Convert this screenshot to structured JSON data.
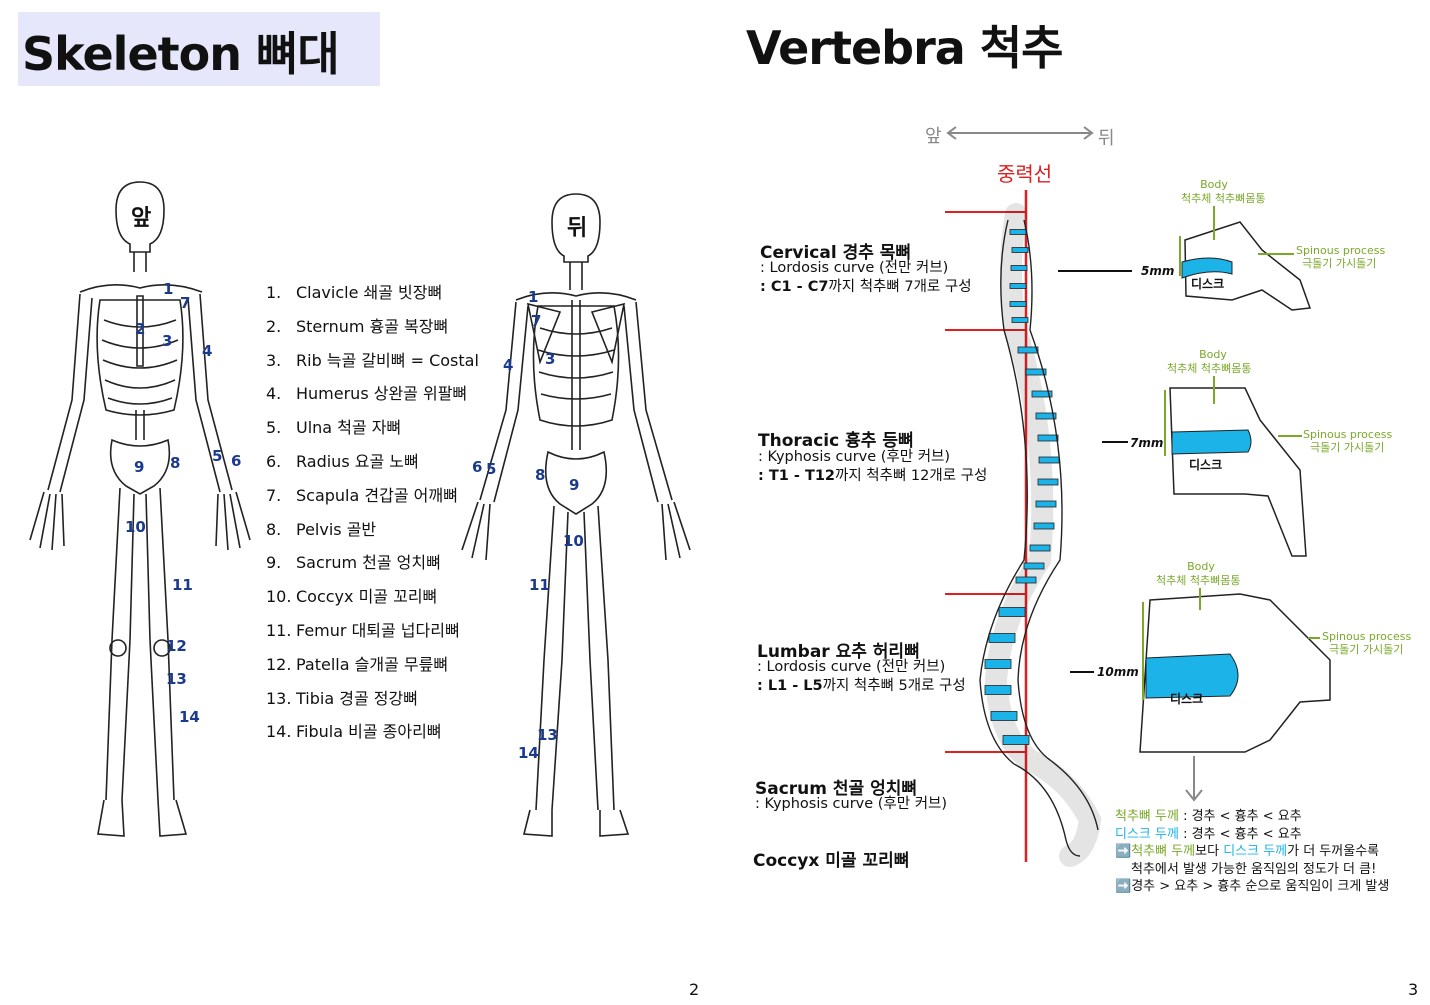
{
  "left_page": {
    "title": "Skeleton 뼈대",
    "front_label": "앞",
    "back_label": "뒤",
    "bones": [
      {
        "num": "1.",
        "name": "Clavicle 쇄골 빗장뼈"
      },
      {
        "num": "2.",
        "name": "Sternum 흉골 복장뼈"
      },
      {
        "num": "3.",
        "name": "Rib 늑골 갈비뼈 = Costal"
      },
      {
        "num": "4.",
        "name": "Humerus 상완골 위팔뼈"
      },
      {
        "num": "5.",
        "name": "Ulna 척골 자뼈"
      },
      {
        "num": "6.",
        "name": "Radius 요골 노뼈"
      },
      {
        "num": "7.",
        "name": "Scapula 견갑골 어깨뼈"
      },
      {
        "num": "8.",
        "name": "Pelvis 골반"
      },
      {
        "num": "9.",
        "name": "Sacrum 천골 엉치뼈"
      },
      {
        "num": "10.",
        "name": "Coccyx 미골 꼬리뼈"
      },
      {
        "num": "11.",
        "name": "Femur 대퇴골 넙다리뼈"
      },
      {
        "num": "12.",
        "name": "Patella 슬개골 무릎뼈"
      },
      {
        "num": "13.",
        "name": "Tibia 경골 정강뼈"
      },
      {
        "num": "14.",
        "name": "Fibula 비골 종아리뼈"
      }
    ],
    "front_marks": [
      "1",
      "2",
      "3",
      "4",
      "5",
      "6",
      "7",
      "8",
      "9",
      "10",
      "11",
      "12",
      "13",
      "14"
    ],
    "back_marks": [
      "1",
      "7",
      "3",
      "4",
      "6",
      "5",
      "8",
      "9",
      "10",
      "11",
      "13",
      "14"
    ],
    "page_number": "2"
  },
  "right_page": {
    "title": "Vertebra 척추",
    "front": "앞",
    "back": "뒤",
    "gravity_line": "중력선",
    "sections": {
      "cervical": {
        "heading": "Cervical 경추 목뼈",
        "line1": ": Lordosis curve (전만 커브)",
        "line2_bold": ": C1 - C7",
        "line2_rest": "까지 척추뼈 7개로 구성"
      },
      "thoracic": {
        "heading": "Thoracic 흉추 등뼈",
        "line1": ": Kyphosis curve (후만 커브)",
        "line2_bold": ": T1 - T12",
        "line2_rest": "까지 척추뼈 12개로 구성"
      },
      "lumbar": {
        "heading": "Lumbar 요추 허리뼈",
        "line1": ": Lordosis curve (전만 커브)",
        "line2_bold": ": L1 - L5",
        "line2_rest": "까지 척추뼈 5개로 구성"
      },
      "sacrum": {
        "heading": "Sacrum 천골 엉치뼈",
        "line1": ": Kyphosis curve (후만 커브)"
      },
      "coccyx": {
        "heading": "Coccyx 미골 꼬리뼈"
      }
    },
    "vertebra_labels": {
      "body": "Body",
      "body_kr": "척추체 척추뼈몸통",
      "spinous": "Spinous process",
      "spinous_kr": "극돌기 가시돌기",
      "disk": "디스크",
      "mm_cervical": "5mm",
      "mm_thoracic": "7mm",
      "mm_lumbar": "10mm"
    },
    "notes": {
      "l1_a": "척추뼈 두께",
      "l1_b": " : 경추 < 흉추 < 요추",
      "l2_a": "디스크 두께",
      "l2_b": " : 경추 < 흉추 < 요추",
      "l3_arrow": "➡️",
      "l3_a": "척추뼈 두께",
      "l3_b": "보다 ",
      "l3_c": "디스크 두께",
      "l3_d": "가 더 두꺼울수록",
      "l4": "척추에서 발생 가능한 움직임의 정도가 더 큼!",
      "l5_arrow": "➡️",
      "l5": "경추 > 요추 > 흉추 순으로 움직임이 크게 발생"
    },
    "page_number": "3"
  },
  "colors": {
    "title_bg": "#e7e7fb",
    "disk_blue": "#1cb4e8",
    "label_green": "#7aa82a",
    "gravity_red": "#e02020",
    "hand_blue": "#1a3a8c"
  }
}
